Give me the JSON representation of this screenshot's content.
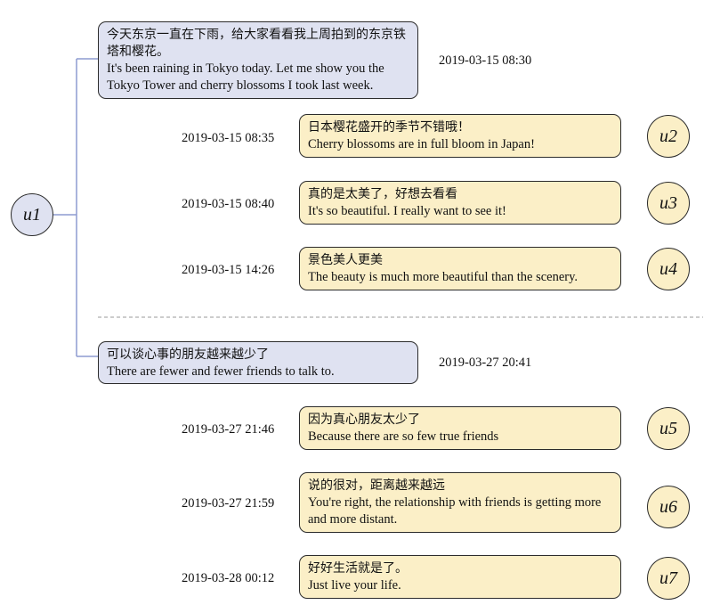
{
  "root_user": "u1",
  "threads": [
    {
      "post": {
        "zh": "今天东京一直在下雨，给大家看看我上周拍到的东京铁塔和樱花。",
        "en": "It's been raining in Tokyo today. Let me show you the Tokyo Tower and cherry blossoms I took last week.",
        "time": "2019-03-15 08:30"
      },
      "replies": [
        {
          "time": "2019-03-15 08:35",
          "zh": "日本樱花盛开的季节不错哦！",
          "en": "Cherry blossoms are in full bloom in Japan!",
          "user": "u2"
        },
        {
          "time": "2019-03-15 08:40",
          "zh": "真的是太美了，好想去看看",
          "en": "It's so beautiful. I really want to see it!",
          "user": "u3"
        },
        {
          "time": "2019-03-15 14:26",
          "zh": "景色美人更美",
          "en": "The beauty is much more beautiful than the scenery.",
          "user": "u4"
        }
      ]
    },
    {
      "post": {
        "zh": "可以谈心事的朋友越来越少了",
        "en": "There are fewer and fewer friends to talk to.",
        "time": "2019-03-27 20:41"
      },
      "replies": [
        {
          "time": "2019-03-27 21:46",
          "zh": "因为真心朋友太少了",
          "en": "Because there are so few true friends",
          "user": "u5"
        },
        {
          "time": "2019-03-27 21:59",
          "zh": "说的很对，距离越来越远",
          "en": "You're right, the relationship with friends is getting more and more distant.",
          "user": "u6"
        },
        {
          "time": "2019-03-28 00:12",
          "zh": "好好生活就是了。",
          "en": "Just live your life.",
          "user": "u7"
        }
      ]
    }
  ],
  "colors": {
    "post_bg": "#dfe2f1",
    "reply_bg": "#fbefc7",
    "connector": "#8e9bd0",
    "separator": "#9a9a9a"
  }
}
